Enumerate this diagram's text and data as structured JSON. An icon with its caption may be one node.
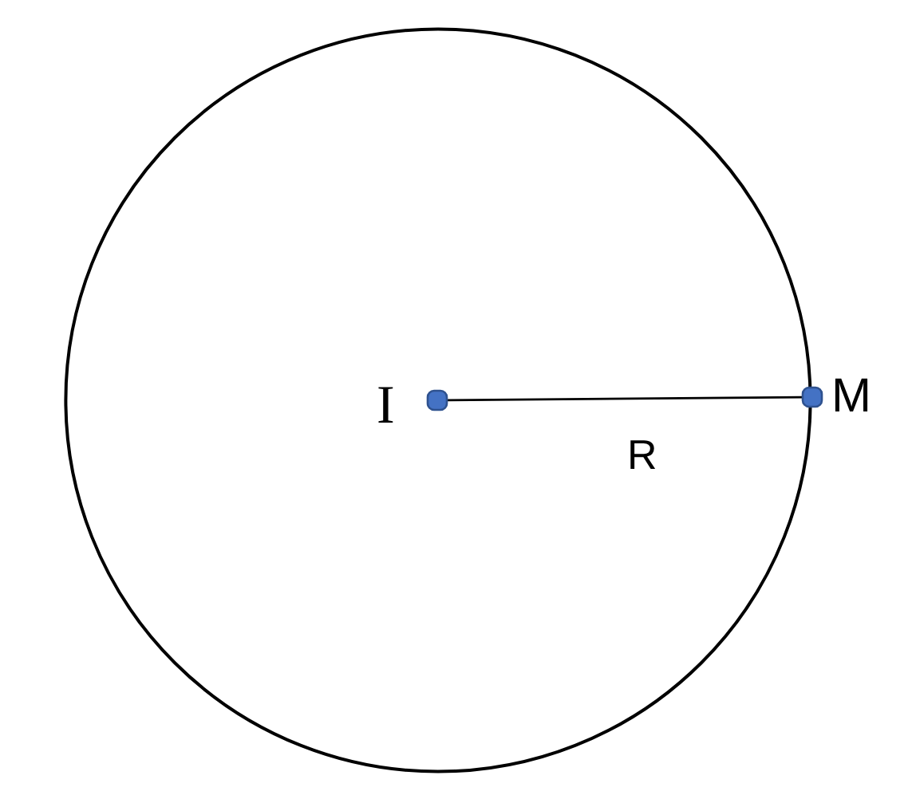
{
  "diagram": {
    "nodes": [
      {
        "text": [],
        "shape": "circle"
      },
      {
        "text": [
          "I"
        ],
        "in": 0
      },
      {
        "text": [
          "M"
        ]
      }
    ],
    "edges": [
      {
        "from": 1,
        "to": 2,
        "arrow": "none",
        "label": "R"
      }
    ]
  }
}
